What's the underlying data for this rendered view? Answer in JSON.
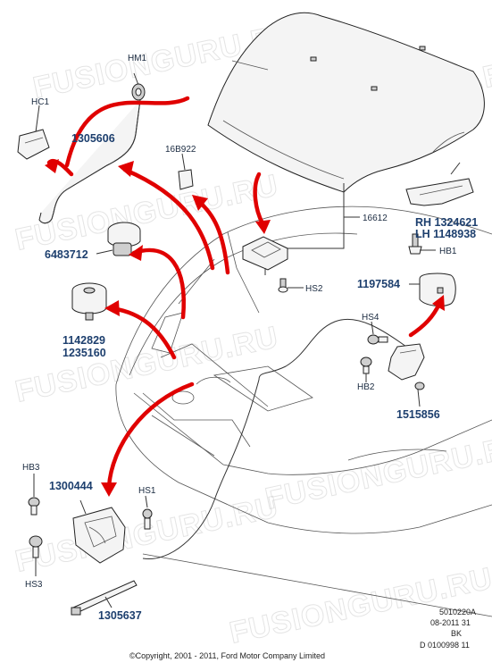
{
  "watermark": "FUSIONGURU.RU",
  "labels": {
    "hm1": "HM1",
    "hc1": "HC1",
    "p1305606": "1305606",
    "p16b922": "16B922",
    "p6483712": "6483712",
    "p1142829": "1142829",
    "p1235160": "1235160",
    "p16612": "16612",
    "rh": "RH 1324621",
    "lh": "LH 1148938",
    "hb1": "HB1",
    "hs2": "HS2",
    "p1197584": "1197584",
    "hs4": "HS4",
    "hb2": "HB2",
    "p1515856": "1515856",
    "hb3": "HB3",
    "p1300444": "1300444",
    "hs1": "HS1",
    "hs3": "HS3",
    "p1305637": "1305637"
  },
  "meta": {
    "line1": "5010220A",
    "line2": "08-2011 31",
    "line3": "BK",
    "line4": "D 0100998 11"
  },
  "copyright": "©Copyright, 2001 - 2011, Ford Motor Company Limited",
  "colors": {
    "arrow": "#e00000",
    "part_number": "#1d3f6e",
    "line": "#333333"
  }
}
